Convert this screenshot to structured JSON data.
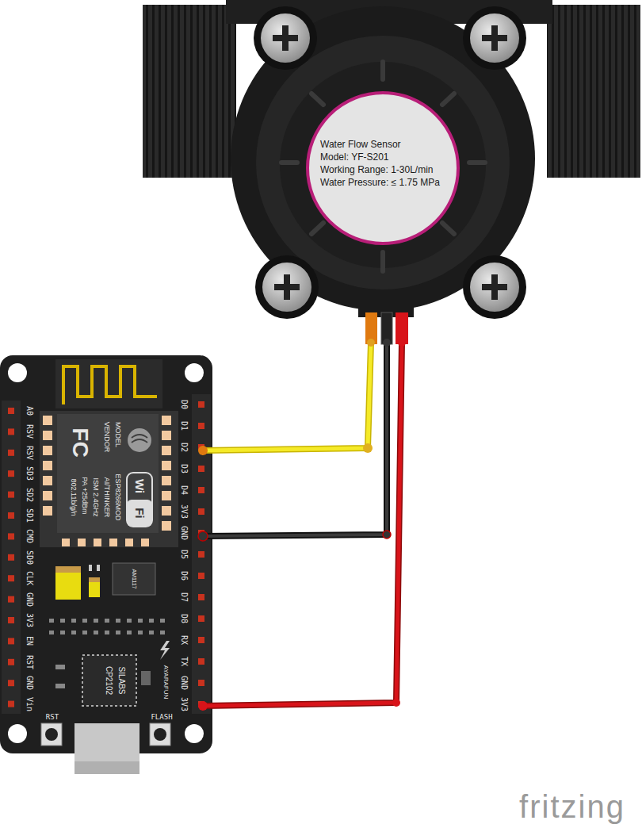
{
  "diagram": {
    "nodes": [
      {
        "text": [
          "Water Flow Sensor",
          "Model: YF-S201",
          "Working Range: 1-30L/min",
          "Water Pressure: ≤ 1.75 MPa"
        ]
      }
    ],
    "labels": [
      "A0",
      "RSV",
      "RSV",
      "SD3",
      "SD2",
      "SD1",
      "CMD",
      "SD0",
      "CLK",
      "GND",
      "3V3",
      "EN",
      "RST",
      "GND",
      "Vin",
      "D0",
      "D1",
      "D2",
      "D3",
      "D4",
      "3V3",
      "GND",
      "D5",
      "D6",
      "D7",
      "D8",
      "RX",
      "TX",
      "GND",
      "3V3",
      "MODEL",
      "VENDOR",
      "ESP8266MOD",
      "AI/THINKER",
      "ISM 2.4GHz",
      "PA +25dBm",
      "802.11b/g/n",
      "FC",
      "Wi",
      "Fi",
      "AM1117",
      "SILABS",
      "CP2102",
      "AYARAFUN",
      "RST",
      "FLASH",
      "fritzing"
    ]
  }
}
